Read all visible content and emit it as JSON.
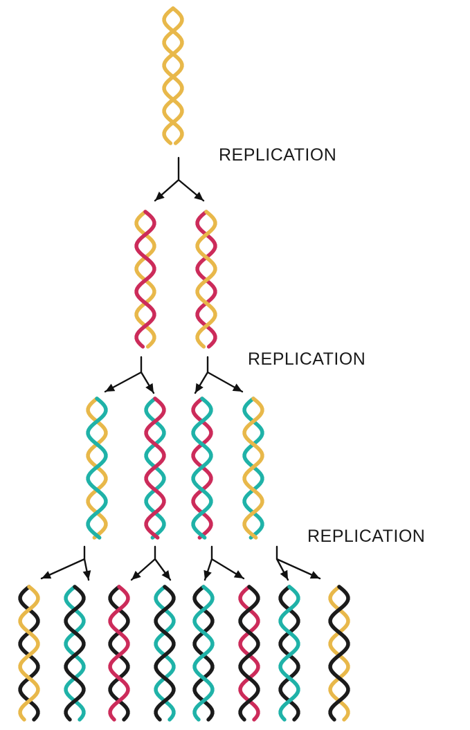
{
  "labels": [
    "REPLICATION",
    "REPLICATION",
    "REPLICATION"
  ],
  "colors": {
    "original": "#e8b84a",
    "gen1": "#cc2b5a",
    "gen2": "#1fb2a8",
    "gen3": "#1b1b1b",
    "arrow": "#111111",
    "background": "#ffffff"
  },
  "generations": [
    {
      "helices": [
        [
          "original",
          "original"
        ]
      ]
    },
    {
      "helices": [
        [
          "gen1",
          "original"
        ],
        [
          "original",
          "gen1"
        ]
      ]
    },
    {
      "helices": [
        [
          "gen2",
          "original"
        ],
        [
          "gen1",
          "gen2"
        ],
        [
          "gen2",
          "gen1"
        ],
        [
          "original",
          "gen2"
        ]
      ]
    },
    {
      "helices": [
        [
          "original",
          "gen3"
        ],
        [
          "gen3",
          "gen2"
        ],
        [
          "gen1",
          "gen3"
        ],
        [
          "gen3",
          "gen2"
        ],
        [
          "gen2",
          "gen3"
        ],
        [
          "gen3",
          "gen1"
        ],
        [
          "gen2",
          "gen3"
        ],
        [
          "gen3",
          "original"
        ]
      ]
    }
  ]
}
